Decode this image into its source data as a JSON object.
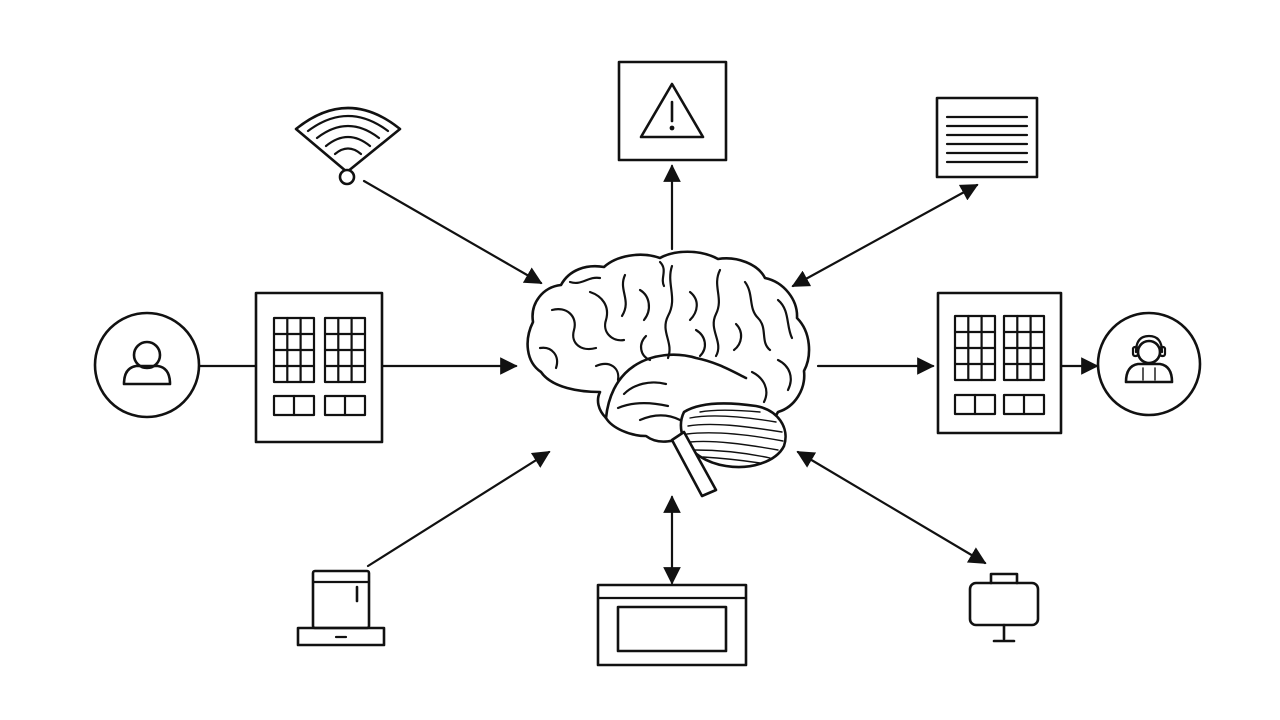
{
  "diagram": {
    "center": {
      "icon": "brain-icon"
    },
    "nodes": [
      {
        "id": "wifi",
        "icon": "wifi-icon"
      },
      {
        "id": "warning",
        "icon": "warning-icon"
      },
      {
        "id": "document",
        "icon": "document-icon"
      },
      {
        "id": "user-left",
        "icon": "user-icon"
      },
      {
        "id": "panel-left",
        "icon": "grid-panel-icon"
      },
      {
        "id": "panel-right",
        "icon": "grid-panel-icon"
      },
      {
        "id": "user-right",
        "icon": "operator-icon"
      },
      {
        "id": "laptop",
        "icon": "laptop-icon"
      },
      {
        "id": "display",
        "icon": "display-panel-icon"
      },
      {
        "id": "toolbox",
        "icon": "toolbox-icon"
      }
    ],
    "connections": [
      {
        "from": "wifi",
        "to": "brain",
        "direction": "to-brain"
      },
      {
        "from": "brain",
        "to": "warning",
        "direction": "from-brain"
      },
      {
        "from": "brain",
        "to": "document",
        "direction": "both"
      },
      {
        "from": "user-left",
        "to": "panel-left",
        "direction": "none"
      },
      {
        "from": "panel-left",
        "to": "brain",
        "direction": "to-brain"
      },
      {
        "from": "brain",
        "to": "panel-right",
        "direction": "from-brain"
      },
      {
        "from": "panel-right",
        "to": "user-right",
        "direction": "from-brain"
      },
      {
        "from": "laptop",
        "to": "brain",
        "direction": "to-brain"
      },
      {
        "from": "brain",
        "to": "display",
        "direction": "both"
      },
      {
        "from": "brain",
        "to": "toolbox",
        "direction": "both"
      }
    ]
  }
}
